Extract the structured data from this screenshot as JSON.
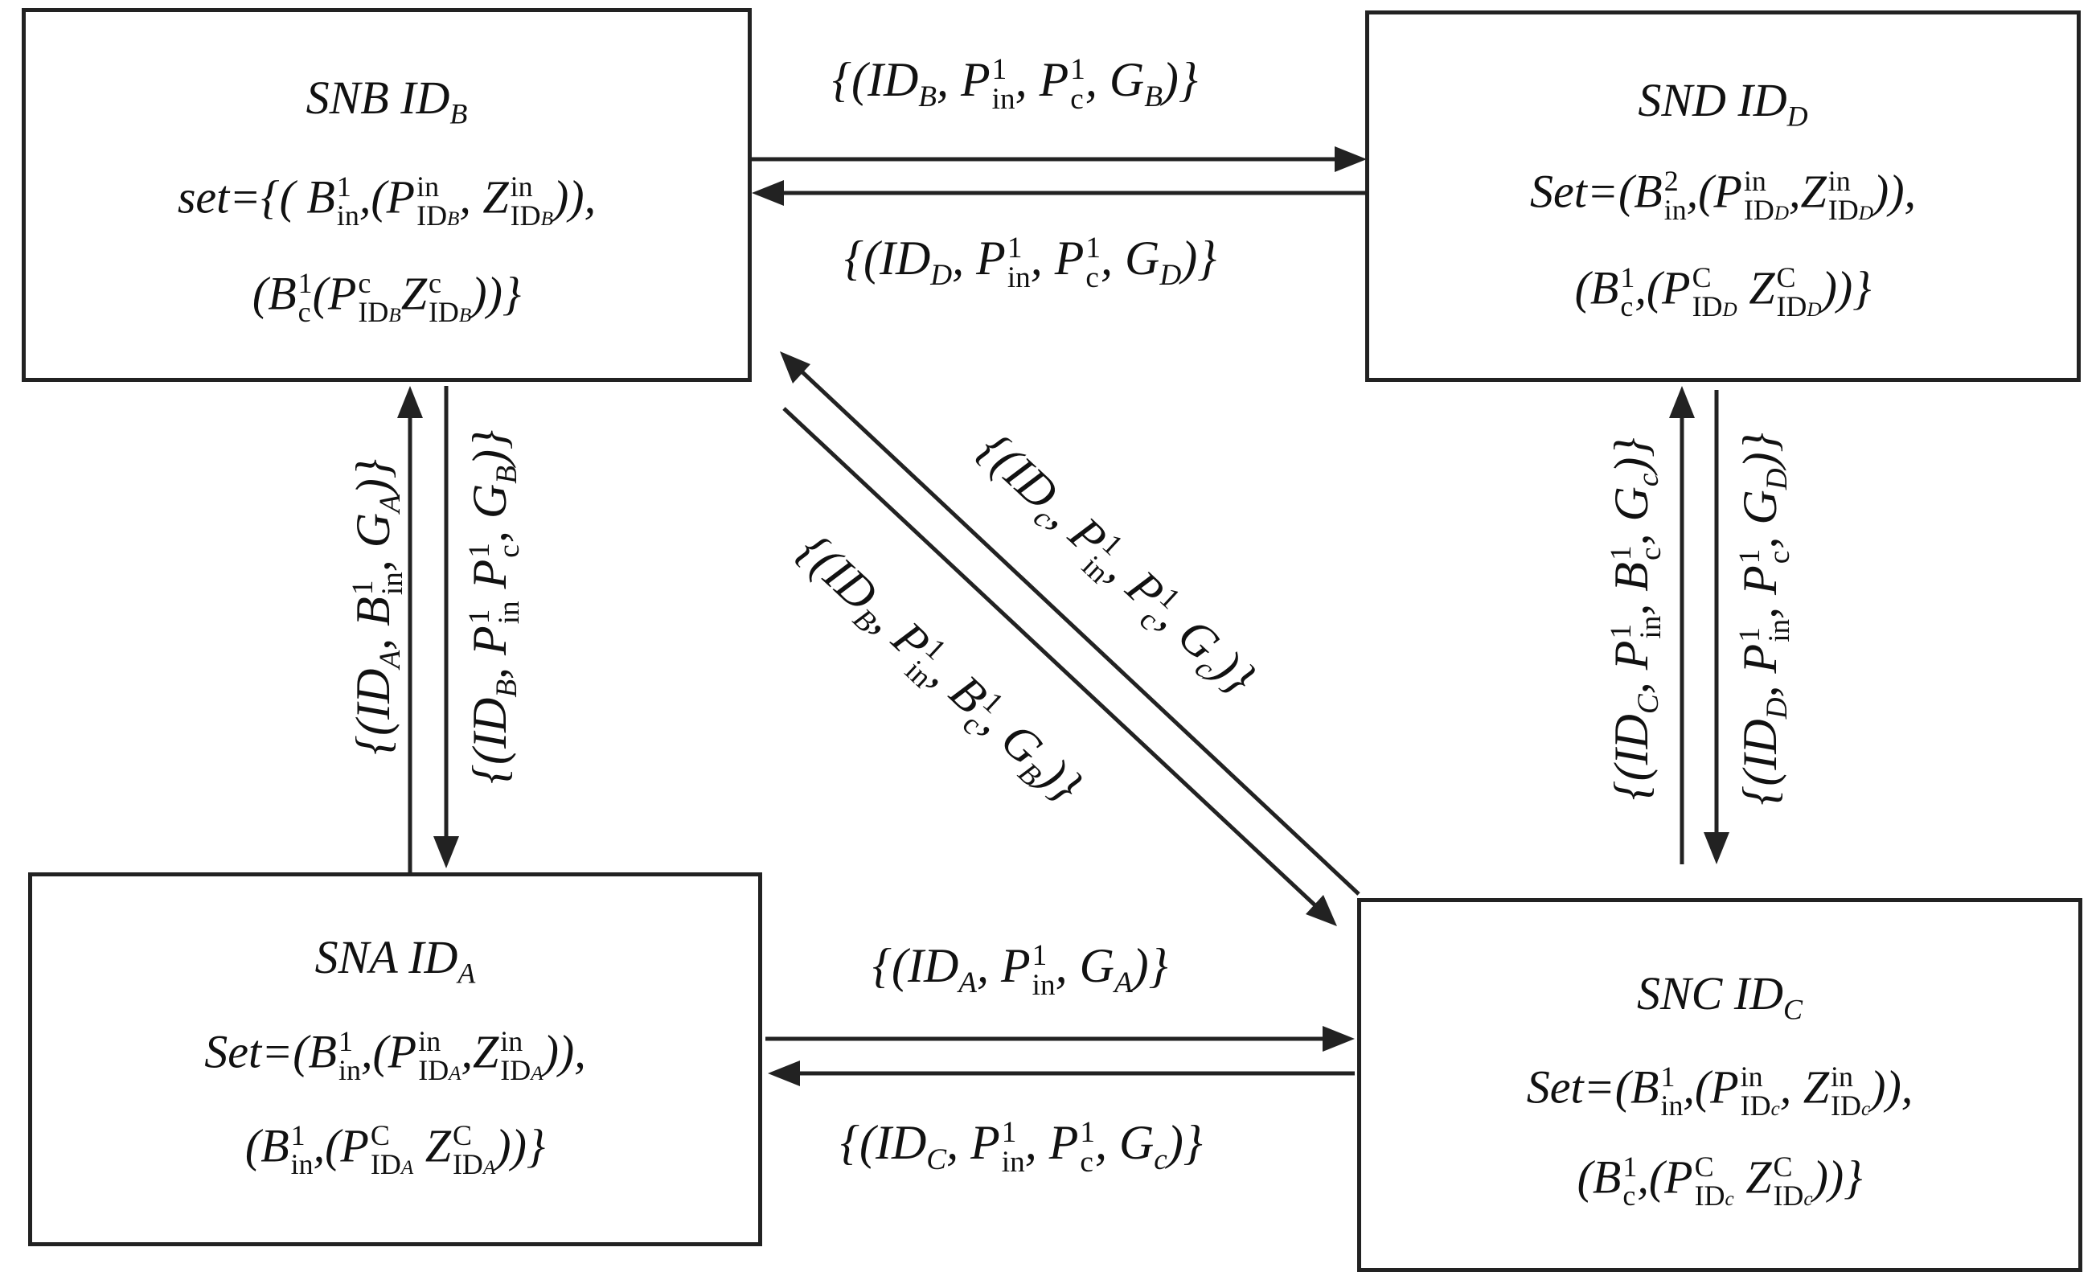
{
  "colors": {
    "stroke": "#222222",
    "background": "#ffffff",
    "text": "#111111"
  },
  "nodes": {
    "snb": {
      "title": {
        "name": "SNB ID",
        "sub": "B"
      },
      "line2": {
        "pre": "set={( B",
        "sup1": "1",
        "sub1": "in",
        "mid": ",(P",
        "sup2": "in",
        "sub2": "ID",
        "subsub2": "B",
        "z": ", Z",
        "sup3": "in",
        "sub3": "ID",
        "subsub3": "B",
        "post": ")),"
      },
      "line3": {
        "pre": "(B",
        "sup1": "1",
        "sub1": "c",
        "mid": "(P",
        "sup2": "c",
        "sub2": "ID",
        "subsub2": "B",
        "z": "Z",
        "sup3": "c",
        "sub3": "ID",
        "subsub3": "B",
        "post": "))}"
      }
    },
    "snd": {
      "title": {
        "name": "SND ID",
        "sub": "D"
      },
      "line2": {
        "pre": "Set=(B",
        "sup1": "2",
        "sub1": "in",
        "mid": ",(P",
        "sup2": "in",
        "sub2": "ID",
        "subsub2": "D",
        "z": ",Z",
        "sup3": "in",
        "sub3": "ID",
        "subsub3": "D",
        "post": ")),"
      },
      "line3": {
        "pre": "(B",
        "sup1": "1",
        "sub1": "c",
        "mid": ",(P",
        "sup2": "C",
        "sub2": "ID",
        "subsub2": "D",
        "z": " Z",
        "sup3": "C",
        "sub3": "ID",
        "subsub3": "D",
        "post": "))}"
      }
    },
    "sna": {
      "title": {
        "name": "SNA ID",
        "sub": "A"
      },
      "line2": {
        "pre": "Set=(B",
        "sup1": "1",
        "sub1": "in",
        "mid": ",(P",
        "sup2": "in",
        "sub2": "ID",
        "subsub2": "A",
        "z": ",Z",
        "sup3": "in",
        "sub3": "ID",
        "subsub3": "A",
        "post": ")),"
      },
      "line3": {
        "pre": "(B",
        "sup1": "1",
        "sub1": "in",
        "mid": ",(P",
        "sup2": "C",
        "sub2": "ID",
        "subsub2": "A",
        "z": " Z",
        "sup3": "C",
        "sub3": "ID",
        "subsub3": "A",
        "post": "))}"
      }
    },
    "snc": {
      "title": {
        "name": "SNC ID",
        "sub": "C"
      },
      "line2": {
        "pre": "Set=(B",
        "sup1": "1",
        "sub1": "in",
        "mid": ",(P",
        "sup2": "in",
        "sub2": "ID",
        "subsub2": "c",
        "z": ", Z",
        "sup3": "in",
        "sub3": "ID",
        "subsub3": "c",
        "post": ")),"
      },
      "line3": {
        "pre": "(B",
        "sup1": "1",
        "sub1": "c",
        "mid": ",(P",
        "sup2": "C",
        "sub2": "ID",
        "subsub2": "c",
        "z": " Z",
        "sup3": "C",
        "sub3": "ID",
        "subsub3": "c",
        "post": "))}"
      }
    }
  },
  "edges": {
    "b_to_d": {
      "pre": "{(ID",
      "s1": "B",
      "a": ", P",
      "sp1": "1",
      "sb1": "in",
      "b": ", P",
      "sp2": "1",
      "sb2": "c",
      "c": ", G",
      "s2": "B",
      "post": ")}"
    },
    "d_to_b": {
      "pre": "{(ID",
      "s1": "D",
      "a": ", P",
      "sp1": "1",
      "sb1": "in",
      "b": ", P",
      "sp2": "1",
      "sb2": "c",
      "c": ", G",
      "s2": "D",
      "post": ")}"
    },
    "a_to_c": {
      "pre": "{(ID",
      "s1": "A",
      "a": ", P",
      "sp1": "1",
      "sb1": "in",
      "c": ", G",
      "s2": "A",
      "post": ")}"
    },
    "c_to_a": {
      "pre": "{(ID",
      "s1": "C",
      "a": ", P",
      "sp1": "1",
      "sb1": "in",
      "b": ", P",
      "sp2": "1",
      "sb2": "c",
      "c": ", G",
      "s2": "c",
      "post": ")}"
    },
    "a_to_b": {
      "pre": "{(ID",
      "s1": "A",
      "a": ", B",
      "sp1": "1",
      "sb1": "in",
      "c": ", G",
      "s2": "A",
      "post": ")}"
    },
    "b_to_a": {
      "pre": "{(ID",
      "s1": "B",
      "a": ", P",
      "sp1": "1",
      "sb1": "in",
      "b": " P",
      "sp2": "1",
      "sb2": "c",
      "c": ", G",
      "s2": "B",
      "post": ")}"
    },
    "c_to_d": {
      "pre": "{(ID",
      "s1": "C",
      "a": ", P",
      "sp1": "1",
      "sb1": "in",
      "b": ", B",
      "sp2": "1",
      "sb2": "c",
      "c": ", G",
      "s2": "c",
      "post": ")}"
    },
    "d_to_c": {
      "pre": "{(ID",
      "s1": "D",
      "a": ", P",
      "sp1": "1",
      "sb1": "in",
      "b": ", P",
      "sp2": "1",
      "sb2": "c",
      "c": ", G",
      "s2": "D",
      "post": ")}"
    },
    "c_to_b": {
      "pre": "{(ID",
      "s1": "c",
      "a": ", P",
      "sp1": "1",
      "sb1": "in",
      "b": ", P",
      "sp2": "1",
      "sb2": "c",
      "c": ", G",
      "s2": "c",
      "post": ")}"
    },
    "b_to_c": {
      "pre": "{(ID",
      "s1": "B",
      "a": ", P",
      "sp1": "1",
      "sb1": "in",
      "b": ", B",
      "sp2": "1",
      "sb2": "c",
      "c": ", G",
      "s2": "B",
      "post": ")}"
    }
  }
}
